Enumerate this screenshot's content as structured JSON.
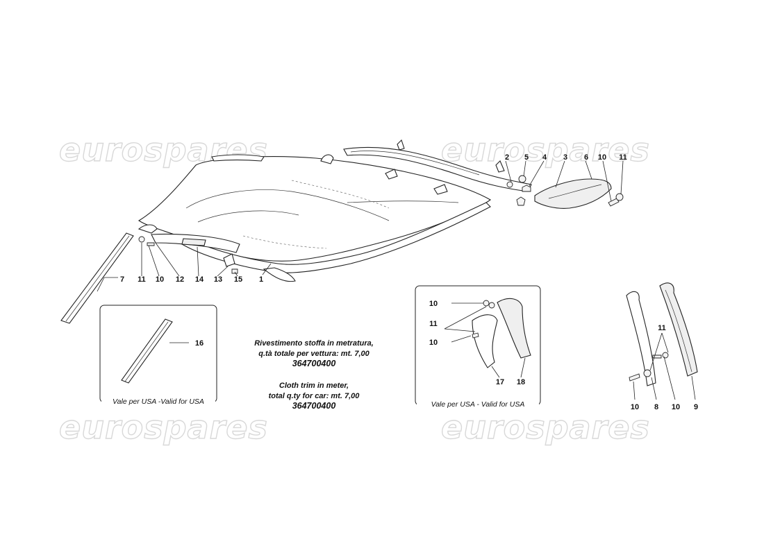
{
  "watermark": {
    "text": "eurospares"
  },
  "callouts": {
    "c1": "1",
    "c2": "2",
    "c3": "3",
    "c4": "4",
    "c5": "5",
    "c6": "6",
    "c7": "7",
    "c8": "8",
    "c9": "9",
    "c10_top": "10",
    "c11_top": "11",
    "c11_left": "11",
    "c10_left": "10",
    "c12": "12",
    "c14": "14",
    "c13": "13",
    "c15": "15",
    "c16": "16",
    "c10_inset_a": "10",
    "c11_inset": "11",
    "c10_inset_b": "10",
    "c17": "17",
    "c18": "18",
    "c11_right": "11",
    "c10_right_a": "10",
    "c10_right_b": "10"
  },
  "notes": {
    "it_line1": "Rivestimento stoffa in metratura,",
    "it_line2": "q.tà totale per vettura: mt. 7,00",
    "it_part": "364700400",
    "en_line1": "Cloth trim in meter,",
    "en_line2": "total q.ty for car: mt. 7,00",
    "en_part": "364700400"
  },
  "insets": {
    "left_caption": "Vale per USA -Valid for USA",
    "right_caption": "Vale per USA - Valid for USA"
  }
}
